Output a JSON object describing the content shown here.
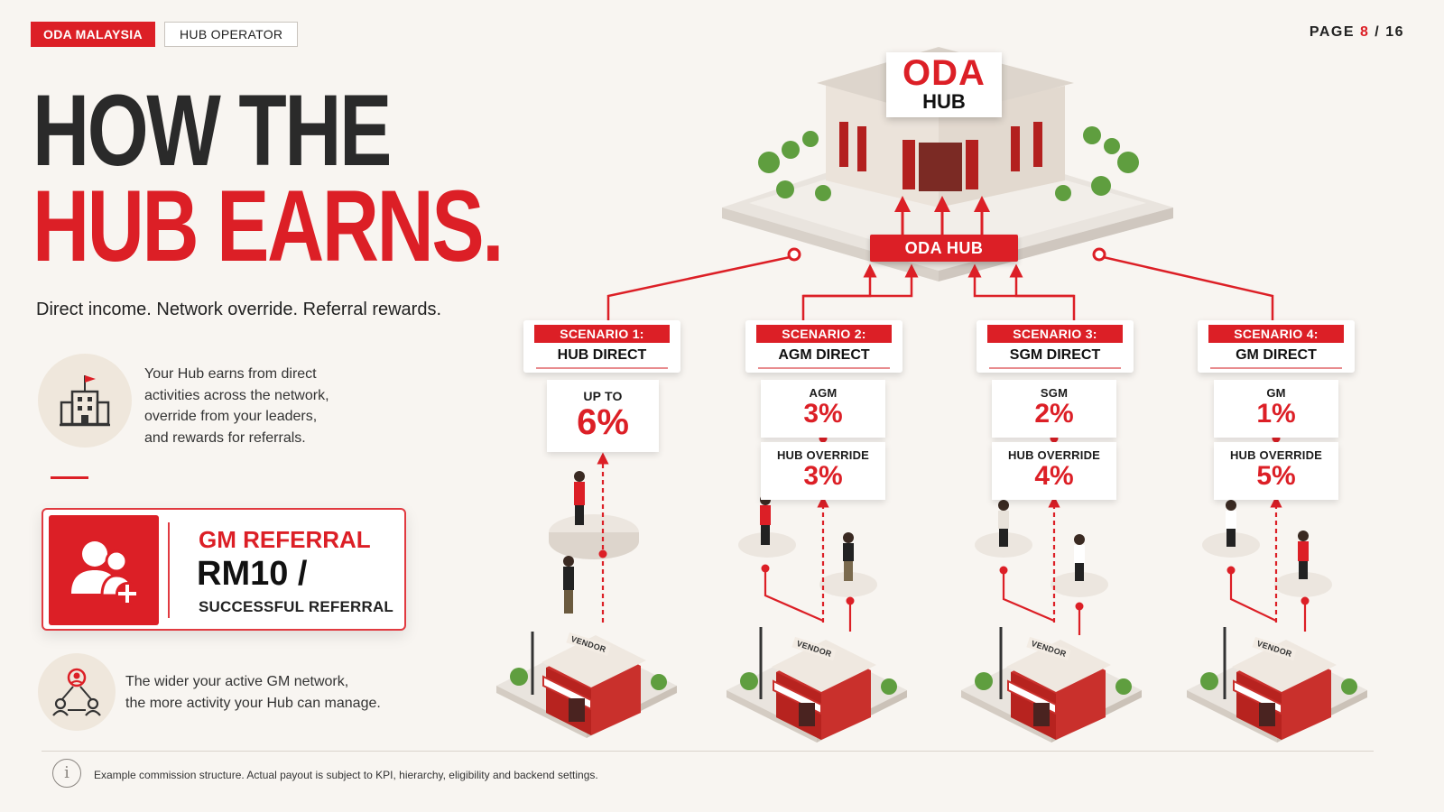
{
  "header": {
    "tag_primary": "ODA MALAYSIA",
    "tag_secondary": "HUB OPERATOR",
    "page_label": "PAGE",
    "page_current": "8",
    "page_separator": "/",
    "page_total": "16"
  },
  "headline": {
    "line1": "HOW THE",
    "line2": "HUB EARNS."
  },
  "tagline": "Direct income. Network override. Referral rewards.",
  "info_hub": {
    "lines": [
      "Your Hub earns from direct",
      "activities across the network,",
      "override from your leaders,",
      "and rewards for referrals."
    ]
  },
  "referral": {
    "title": "GM REFERRAL",
    "amount": "RM10 /",
    "subtitle": "SUCCESSFUL REFERRAL"
  },
  "info_network": {
    "lines": [
      "The wider your active GM network,",
      "the more activity your Hub can manage."
    ]
  },
  "footer": {
    "note": "Example commission structure. Actual payout is subject to KPI, hierarchy, eligibility and backend settings.",
    "info_glyph": "i"
  },
  "diagram": {
    "hub_sign_line1": "ODA",
    "hub_sign_line2": "HUB",
    "hub_banner": "ODA HUB",
    "vendor_label": "VENDOR",
    "scenarios": [
      {
        "tag": "SCENARIO 1:",
        "name": "HUB DIRECT",
        "boxes": [
          {
            "label": "UP TO",
            "value": "6%"
          }
        ]
      },
      {
        "tag": "SCENARIO 2:",
        "name": "AGM DIRECT",
        "boxes": [
          {
            "label": "AGM",
            "value": "3%"
          },
          {
            "label": "HUB OVERRIDE",
            "value": "3%"
          }
        ]
      },
      {
        "tag": "SCENARIO 3:",
        "name": "SGM DIRECT",
        "boxes": [
          {
            "label": "SGM",
            "value": "2%"
          },
          {
            "label": "HUB OVERRIDE",
            "value": "4%"
          }
        ]
      },
      {
        "tag": "SCENARIO 4:",
        "name": "GM DIRECT",
        "boxes": [
          {
            "label": "GM",
            "value": "1%"
          },
          {
            "label": "HUB OVERRIDE",
            "value": "5%"
          }
        ]
      }
    ]
  },
  "colors": {
    "accent": "#dc1f26",
    "background": "#f8f5f1",
    "text": "#1d1d1d"
  }
}
